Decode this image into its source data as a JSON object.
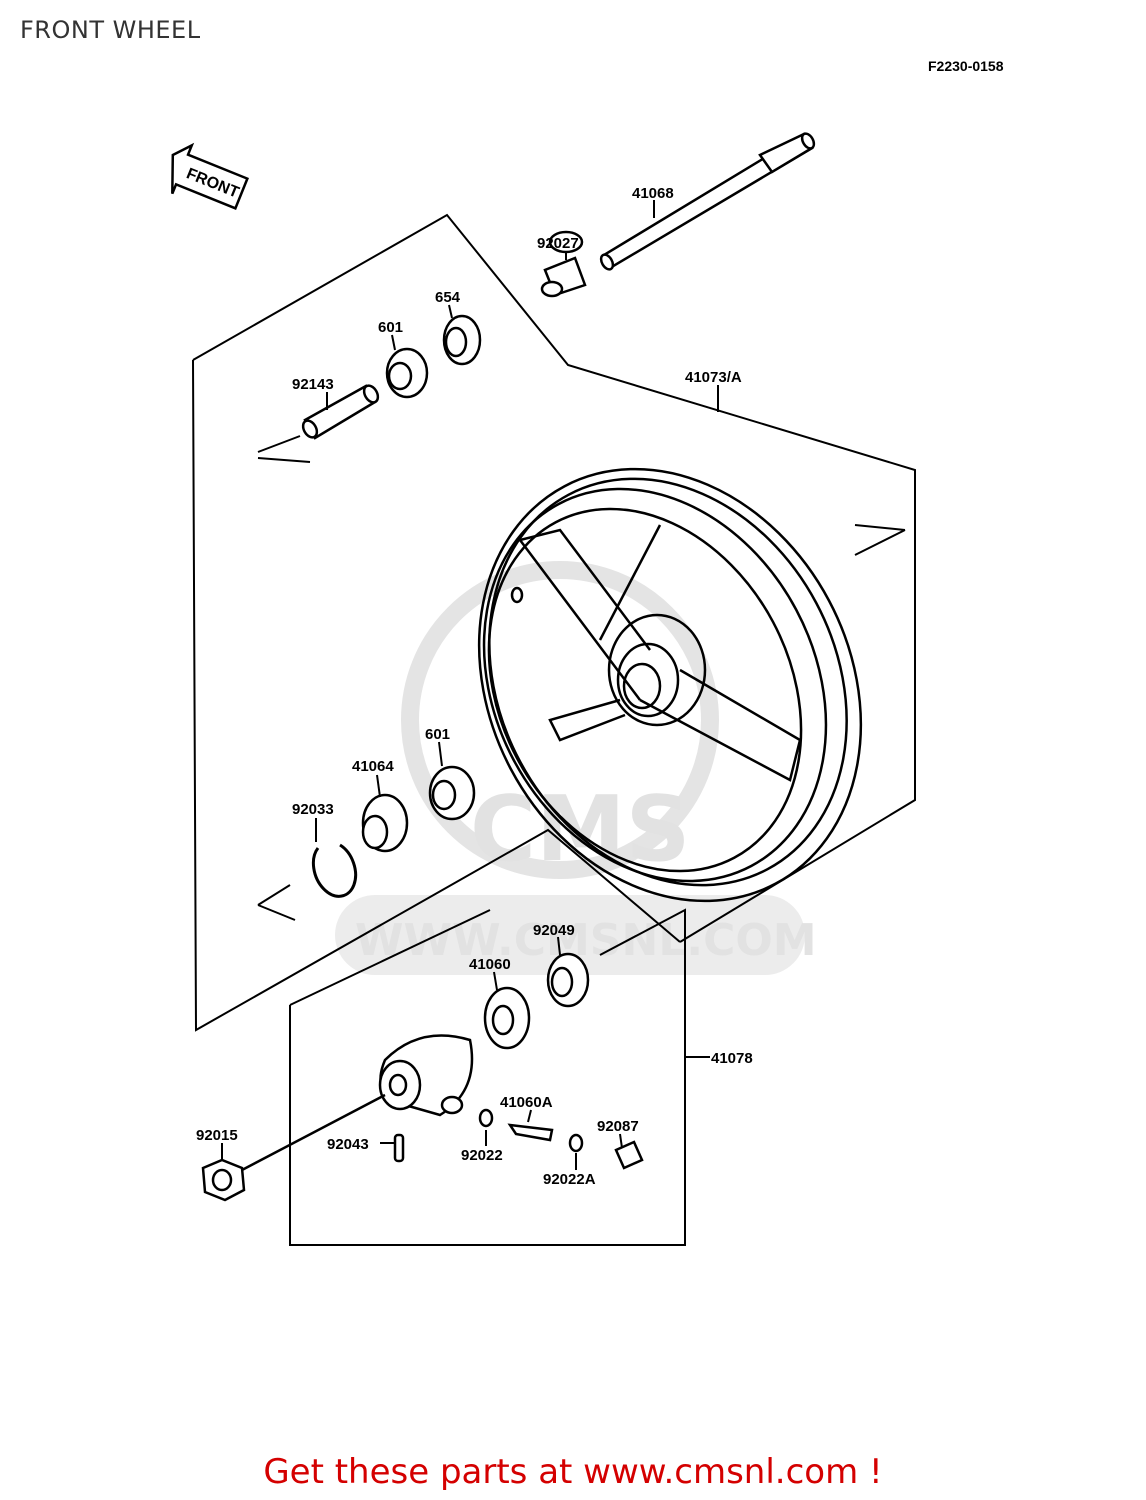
{
  "header": {
    "title": "FRONT WHEEL",
    "drawing_code": "F2230-0158"
  },
  "front_arrow": {
    "label": "FRONT"
  },
  "watermark": {
    "logo_text": "CMS",
    "url_text": "WWW.CMSNL.COM"
  },
  "parts": {
    "p41068": "41068",
    "p92027": "92027",
    "p654": "654",
    "p601_top": "601",
    "p92143": "92143",
    "p41073A": "41073/A",
    "p601_mid": "601",
    "p41064": "41064",
    "p92033": "92033",
    "p92049": "92049",
    "p41060": "41060",
    "p41078": "41078",
    "p41060A": "41060A",
    "p92087": "92087",
    "p92015": "92015",
    "p92043": "92043",
    "p92022": "92022",
    "p92022A": "92022A"
  },
  "footer": {
    "promo": "Get these parts at www.cmsnl.com !"
  },
  "colors": {
    "promo_text": "#d40000",
    "line_art": "#000000",
    "watermark": "#e2e2e2"
  }
}
